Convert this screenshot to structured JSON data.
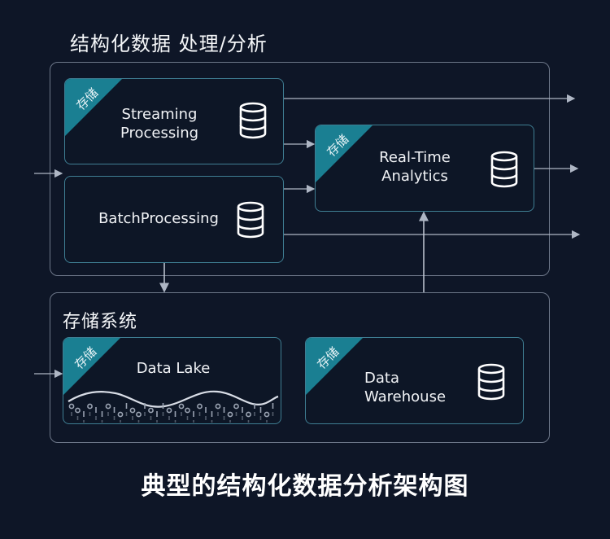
{
  "diagram": {
    "processing_group": {
      "title": "结构化数据 处理/分析"
    },
    "storage_group": {
      "title": "存储系统"
    },
    "nodes": {
      "streaming": {
        "tag": "存储",
        "label_line1": "Streaming",
        "label_line2": "Processing",
        "icon": "database-icon"
      },
      "batch": {
        "label": "BatchProcessing",
        "icon": "database-icon"
      },
      "realtime": {
        "tag": "存储",
        "label_line1": "Real-Time",
        "label_line2": "Analytics",
        "icon": "database-icon"
      },
      "datalake": {
        "tag": "存储",
        "label": "Data Lake",
        "icon": "wave-bits-icon"
      },
      "warehouse": {
        "tag": "存储",
        "label_line1": "Data",
        "label_line2": "Warehouse",
        "icon": "database-icon"
      }
    },
    "edges": [
      {
        "from": "external",
        "to": "batch"
      },
      {
        "from": "streaming",
        "to": "output-top"
      },
      {
        "from": "streaming",
        "to": "realtime"
      },
      {
        "from": "batch",
        "to": "realtime"
      },
      {
        "from": "batch",
        "to": "output-bottom"
      },
      {
        "from": "realtime",
        "to": "output-middle"
      },
      {
        "from": "batch",
        "to": "storage-system"
      },
      {
        "from": "storage-system",
        "to": "realtime"
      },
      {
        "from": "external",
        "to": "datalake"
      }
    ],
    "colors": {
      "background": "#0e1627",
      "group_border": "#6d7789",
      "node_border": "#3f7e93",
      "tag_fill": "#1a7f92",
      "arrow": "#aeb6c4"
    }
  },
  "footer": {
    "title": "典型的结构化数据分析架构图"
  }
}
